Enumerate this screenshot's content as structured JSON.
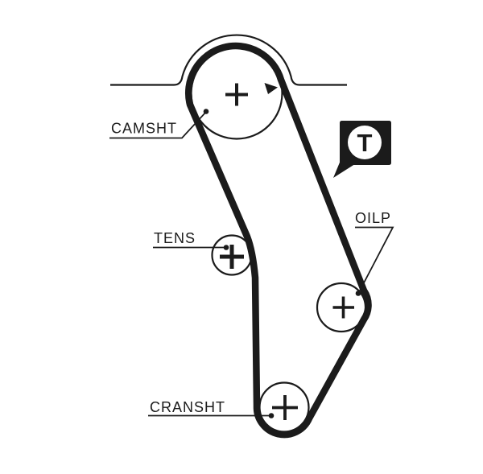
{
  "diagram": {
    "kind": "timing-belt-routing-diagram",
    "labels": {
      "camshaft": "CAMSHT",
      "tensioner": "TENS",
      "oil_pump": "OILP",
      "crankshaft": "CRANSHT"
    },
    "marker": {
      "label": "T"
    },
    "icons": {
      "tensioner_marker": "t-in-circle-speech-bubble",
      "belt_direction": "right-pointing-triangle"
    },
    "colors": {
      "ink": "#1b1b1b",
      "background": "#ffffff"
    }
  }
}
